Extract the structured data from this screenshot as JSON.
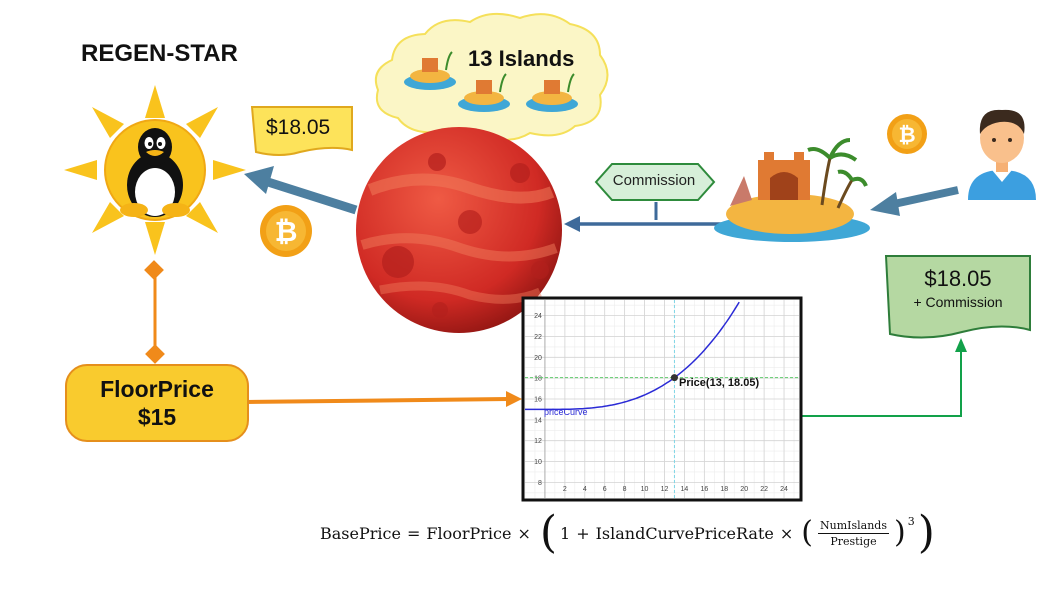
{
  "title": "REGEN-STAR",
  "islands_label": "13 Islands",
  "price_display": "$18.05",
  "floor_price": {
    "label": "FloorPrice",
    "value": "$15"
  },
  "commission_label": "Commission",
  "total": {
    "price": "$18.05",
    "sub": "+ Commission"
  },
  "formula": {
    "lhs": "BasePrice",
    "equals": "=",
    "floor": "FloorPrice",
    "times": "×",
    "one": "1",
    "plus": "+",
    "rate": "IslandCurvePriceRate",
    "numerator": "NumIslands",
    "denominator": "Prestige",
    "exponent": "3"
  },
  "colors": {
    "sun": "#f9c31d",
    "floor_fill": "#f9cb2e",
    "floor_arrow": "#f08a1a",
    "planet": "#d9302a",
    "commission_box": "#d7efd9",
    "total_box": "#b5d8a2",
    "arrow_blue": "#4d7fa0",
    "curve": "#2b2bd6",
    "green_arrow": "#12a14a"
  },
  "icons": [
    "linux-penguin-icon",
    "bitcoin-icon",
    "island-icon",
    "person-icon",
    "planet-icon"
  ],
  "chart_data": {
    "type": "line",
    "series": [
      {
        "name": "priceCurve",
        "x": [
          0,
          2,
          4,
          6,
          8,
          10,
          12,
          13,
          14,
          16,
          18,
          20
        ],
        "y": [
          15,
          15.02,
          15.14,
          15.47,
          16.11,
          17.18,
          18.05,
          18.05,
          19.6,
          21.4,
          23.7,
          26.6
        ]
      }
    ],
    "point": {
      "label": "Price(13, 18.05)",
      "x": 13,
      "y": 18.05
    },
    "x_ticks": [
      2,
      4,
      6,
      8,
      10,
      12,
      14,
      16,
      18,
      20,
      22,
      24
    ],
    "y_ticks": [
      8,
      10,
      12,
      14,
      16,
      18,
      20,
      22,
      24
    ],
    "xlim": [
      -2,
      25.5
    ],
    "ylim": [
      6.5,
      25.5
    ],
    "grid": true
  }
}
